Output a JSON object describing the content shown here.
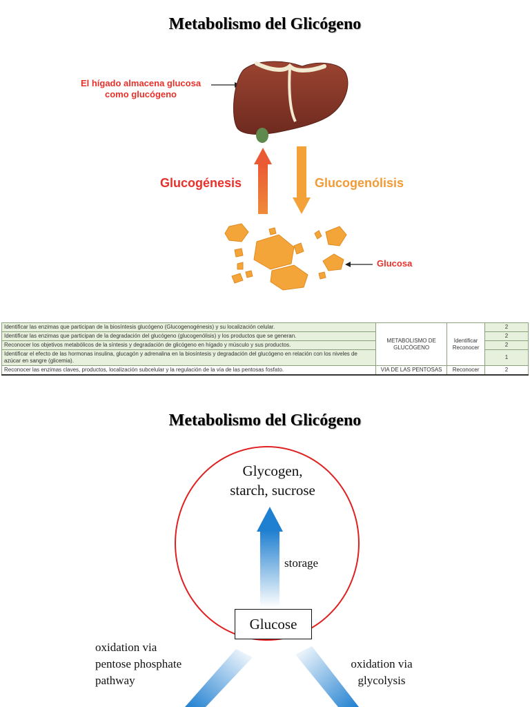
{
  "section1": {
    "title": "Metabolismo del Glicógeno",
    "liver_caption_line1": "El hígado almacena glucosa",
    "liver_caption_line2": "como glucógeno",
    "up_label": "Glucogénesis",
    "down_label": "Glucogenólisis",
    "glucose_label": "Glucosa"
  },
  "table": {
    "rows": [
      {
        "desc": "Identificar las enzimas que participan de la biosíntesis glucógeno (Glucogenogénesis) y su localización celular.",
        "num": "2"
      },
      {
        "desc": "Identificar las enzimas que participan de la degradación del glucógeno (glucogenólisis) y los productos que se generan.",
        "num": "2"
      },
      {
        "desc": "Reconocer los objetivos metabólicos de la síntesis y degradación de glicógeno en hígado y músculo y sus productos.",
        "num": "2"
      },
      {
        "desc": "Identificar el efecto de las hormonas insulina, glucagón y adrenalina en la biosíntesis y degradación del glucógeno en relación con los niveles de azúcar en sangre (glicemia).",
        "num": "1"
      },
      {
        "desc": "Reconocer las enzimas claves, productos, localización subcelular y la regulación de la vía de las pentosas fosfato.",
        "num": "2"
      }
    ],
    "topic_1": "METABOLISMO DE GLUCÓGENO",
    "verb_1": "Identificar Reconocer",
    "topic_2": "VIA DE LAS PENTOSAS",
    "verb_2": "Reconocer"
  },
  "section2": {
    "title": "Metabolismo del Glicógeno",
    "top_line1": "Glycogen,",
    "top_line2": "starch, sucrose",
    "storage": "storage",
    "glucose": "Glucose",
    "left_line1": "oxidation via",
    "left_line2": "pentose phosphate",
    "left_line3": "pathway",
    "right_line1": "oxidation via",
    "right_line2": "glycolysis"
  },
  "colors": {
    "red_label": "#e8302a",
    "orange_label": "#f29a36",
    "liver": "#8b3a2b",
    "glucose_crystal": "#f4a53a",
    "circle": "#e02020",
    "blue_arrow": "#1f7fd0"
  }
}
